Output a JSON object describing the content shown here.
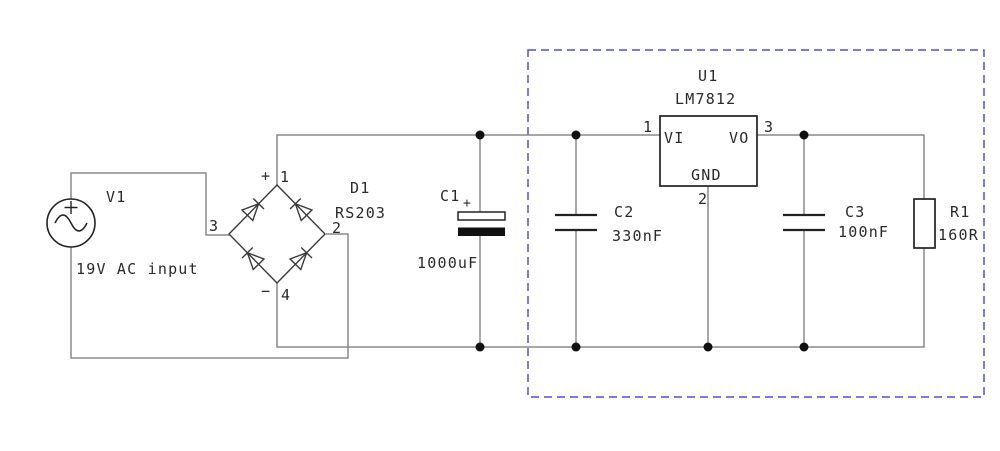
{
  "colors": {
    "background": "#ffffff",
    "wire": "#8a8a8a",
    "symbol": "#222222",
    "text": "#2a2a2a",
    "junction": "#111111",
    "highlight_box": "#5151d6"
  },
  "components": {
    "v1": {
      "ref": "V1",
      "value": "19V AC input"
    },
    "d1": {
      "ref": "D1",
      "value": "RS203",
      "pin1": "1",
      "pin2": "2",
      "pin3": "3",
      "pin4": "4",
      "plus": "+",
      "minus": "−"
    },
    "c1": {
      "ref": "C1",
      "value": "1000uF",
      "plus": "+"
    },
    "c2": {
      "ref": "C2",
      "value": "330nF"
    },
    "u1": {
      "ref": "U1",
      "value": "LM7812",
      "pin_vi": "VI",
      "pin_vo": "VO",
      "pin_gnd": "GND",
      "pin1": "1",
      "pin2": "2",
      "pin3": "3"
    },
    "c3": {
      "ref": "C3",
      "value": "100nF"
    },
    "r1": {
      "ref": "R1",
      "value": "160R"
    }
  }
}
